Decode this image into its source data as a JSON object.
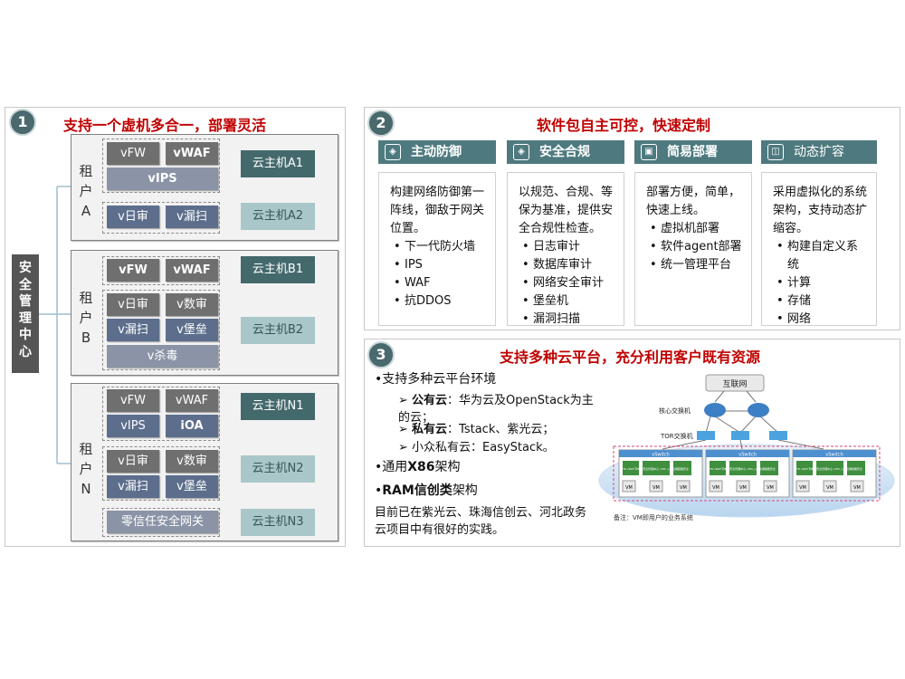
{
  "panel1": {
    "num": "1",
    "title": "支持一个虚机多合一，部署灵活",
    "mgmt_label": "安全管理中心",
    "tenants": [
      {
        "label": "租户A",
        "chips": [
          "vFW",
          "vWAF",
          "vIPS",
          "v日审",
          "v漏扫"
        ],
        "hosts": [
          "云主机A1",
          "云主机A2"
        ]
      },
      {
        "label": "租户B",
        "chips": [
          "vFW",
          "vWAF",
          "v日审",
          "v数审",
          "v漏扫",
          "v堡垒",
          "v杀毒"
        ],
        "hosts": [
          "云主机B1",
          "云主机B2"
        ]
      },
      {
        "label": "租户N",
        "chips": [
          "vFW",
          "vWAF",
          "vIPS",
          "iOA",
          "v日审",
          "v数审",
          "v漏扫",
          "v堡垒",
          "零信任安全网关"
        ],
        "hosts": [
          "云主机N1",
          "云主机N2",
          "云主机N3"
        ]
      }
    ]
  },
  "panel2": {
    "num": "2",
    "title": "软件包自主可控，快速定制",
    "columns": [
      {
        "icon": "shield",
        "header": "主动防御",
        "text": "构建网络防御第一阵线，御敌于网关位置。",
        "items": [
          "下一代防火墙",
          "IPS",
          "WAF",
          "抗DDOS"
        ]
      },
      {
        "icon": "compliance",
        "header": "安全合规",
        "text": "以规范、合规、等保为基准，提供安全合规性检查。",
        "items": [
          "日志审计",
          "数据库审计",
          "网络安全审计",
          "堡垒机",
          "漏洞扫描"
        ]
      },
      {
        "icon": "deploy",
        "header": "简易部署",
        "text": "部署方便，简单，快速上线。",
        "items": [
          "虚拟机部署",
          "软件agent部署",
          "统一管理平台"
        ]
      },
      {
        "icon": "expand",
        "header": "动态扩容",
        "text": "采用虚拟化的系统架构，支持动态扩缩容。",
        "items": [
          "构建自定义系统",
          "计算",
          "存储",
          "网络"
        ]
      }
    ]
  },
  "panel3": {
    "num": "3",
    "title": "支持多种云平台，充分利用客户既有资源",
    "bullet1": "支持多种云平台环境",
    "sub1_bold": "公有云",
    "sub1_rest": "：华为云及OpenStack为主的云；",
    "sub2_bold": "私有云",
    "sub2_rest": "：Tstack、紫光云；",
    "sub3": "小众私有云：EasyStack。",
    "bullet2_pre": "通用",
    "bullet2_bold": "X86",
    "bullet2_post": "架构",
    "bullet3_bold": "RAM信创类",
    "bullet3_post": "架构",
    "footer": "目前已在紫光云、珠海信创云、河北政务云项目中有很好的实践。",
    "net": {
      "internet": "互联网",
      "core_label": "核心交换机",
      "tor_label": "TOR交换机",
      "vswitch": "vSwitch",
      "vm": "VM",
      "vm_apps": [
        "vFW vWAF vIPS",
        "下一代安全管理中心 vIDS 入侵检测",
        "v容器安全"
      ],
      "note": "备注：VM即用户的业务系统"
    }
  }
}
